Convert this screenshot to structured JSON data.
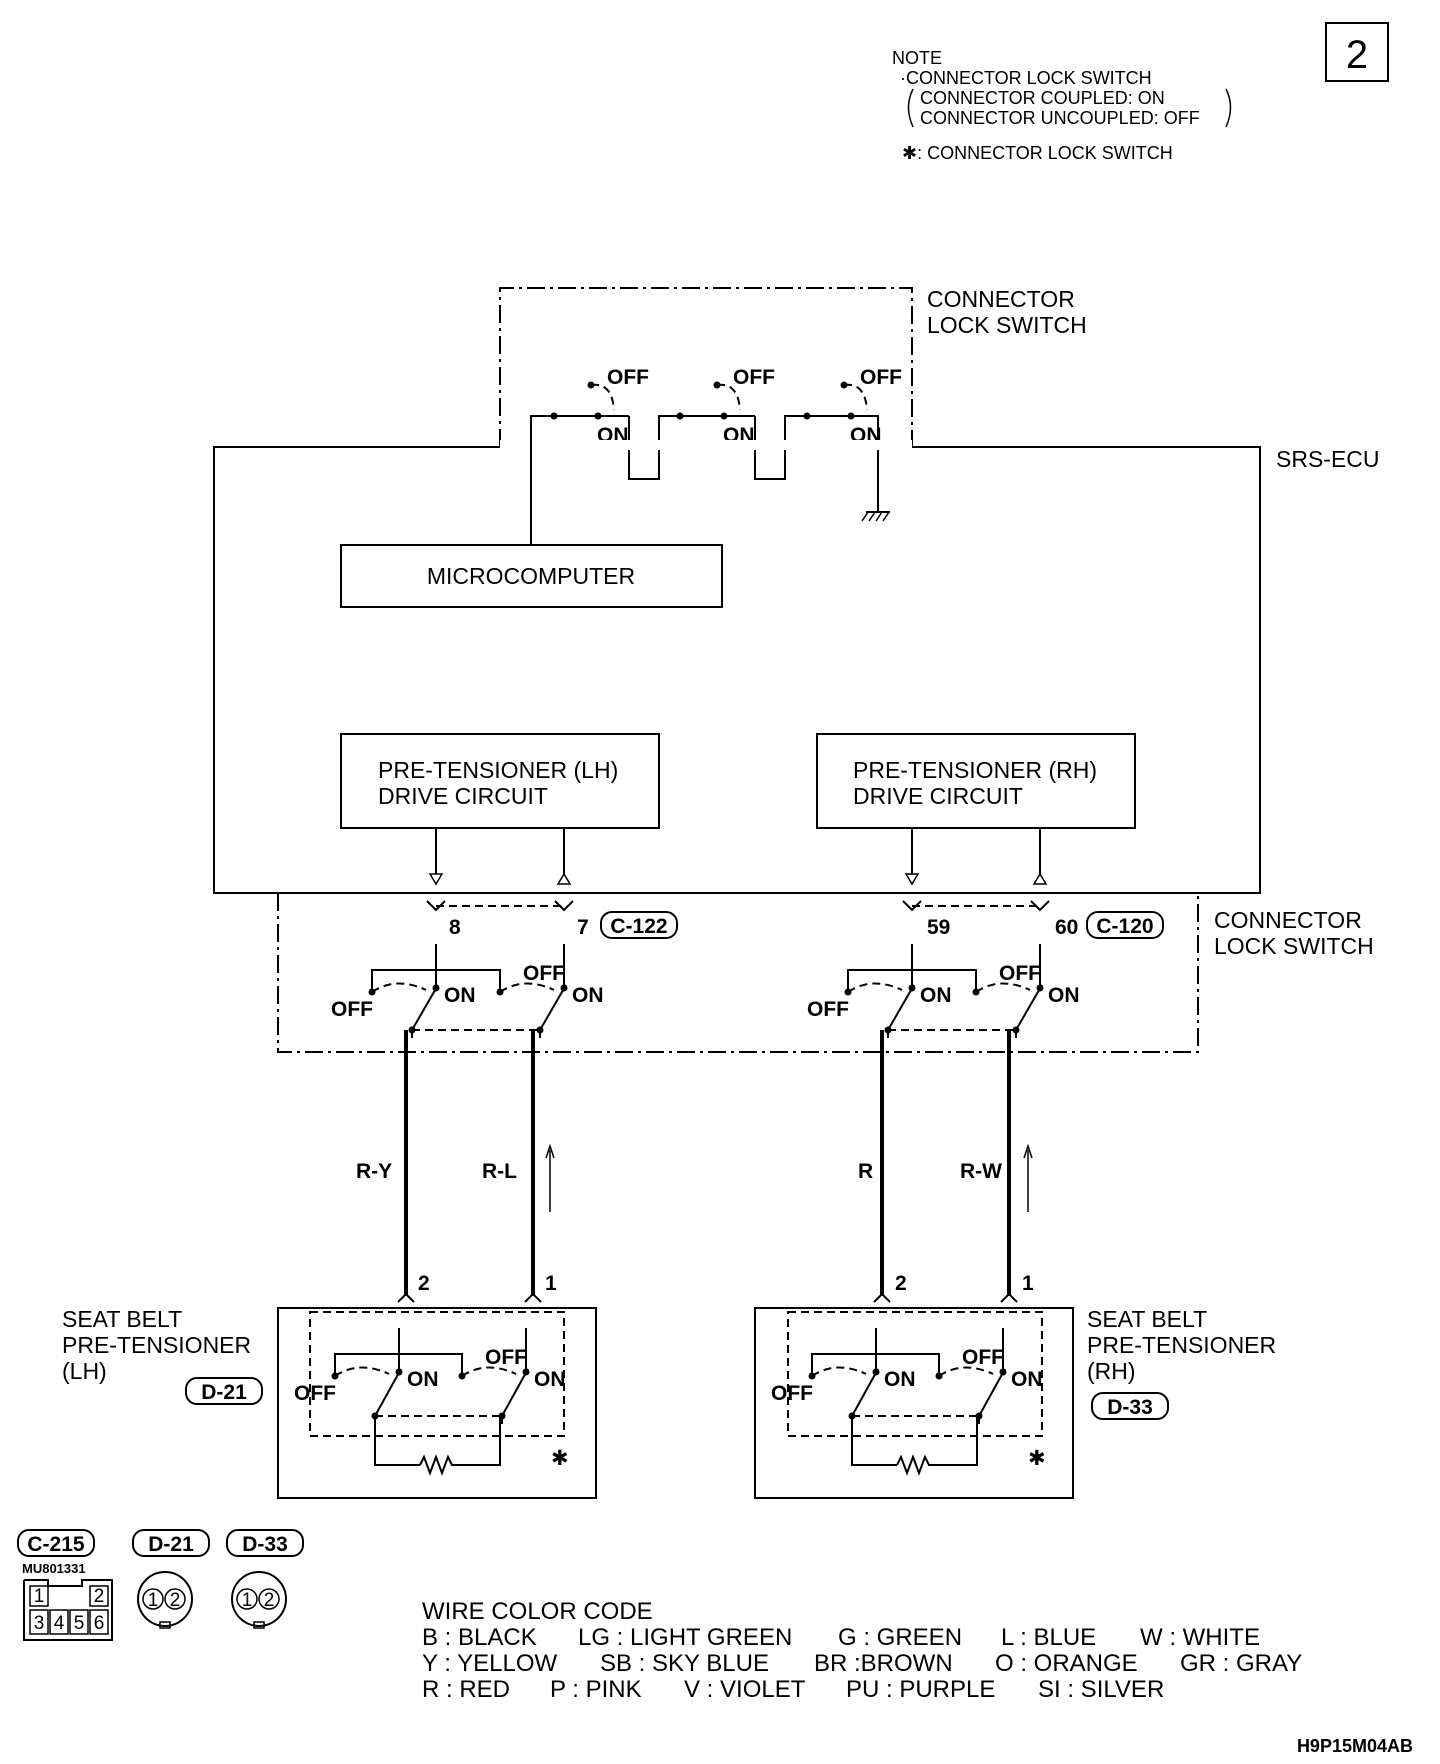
{
  "page_number": "2",
  "note": {
    "title": "NOTE",
    "line1": "·CONNECTOR LOCK SWITCH",
    "line2": "CONNECTOR COUPLED: ON",
    "line3": "CONNECTOR UNCOUPLED: OFF",
    "asterisk_line": "✱: CONNECTOR LOCK SWITCH"
  },
  "ecu": {
    "label": "SRS-ECU",
    "top_switch_label_1": "CONNECTOR",
    "top_switch_label_2": "LOCK SWITCH",
    "microcomputer": "MICROCOMPUTER",
    "lh_circuit_1": "PRE-TENSIONER (LH)",
    "lh_circuit_2": "DRIVE CIRCUIT",
    "rh_circuit_1": "PRE-TENSIONER (RH)",
    "rh_circuit_2": "DRIVE CIRCUIT"
  },
  "switch_states": {
    "off": "OFF",
    "on": "ON"
  },
  "connector_lock": {
    "label_1": "CONNECTOR",
    "label_2": "LOCK SWITCH",
    "lh_pins": [
      "8",
      "7"
    ],
    "lh_connector": "C-122",
    "rh_pins": [
      "59",
      "60"
    ],
    "rh_connector": "C-120"
  },
  "wires": {
    "lh": [
      "R-Y",
      "R-L"
    ],
    "rh": [
      "R",
      "R-W"
    ]
  },
  "lh_pretensioner": {
    "label_1": "SEAT BELT",
    "label_2": "PRE-TENSIONER",
    "label_3": "(LH)",
    "connector": "D-21",
    "pins": [
      "2",
      "1"
    ],
    "asterisk": "✱"
  },
  "rh_pretensioner": {
    "label_1": "SEAT BELT",
    "label_2": "PRE-TENSIONER",
    "label_3": "(RH)",
    "connector": "D-33",
    "pins": [
      "2",
      "1"
    ],
    "asterisk": "✱"
  },
  "connector_views": {
    "c215": {
      "label": "C-215",
      "part": "MU801331",
      "pins": [
        "1",
        "2",
        "3",
        "4",
        "5",
        "6"
      ]
    },
    "d21": {
      "label": "D-21",
      "pins": [
        "1",
        "2"
      ]
    },
    "d33": {
      "label": "D-33",
      "pins": [
        "1",
        "2"
      ]
    }
  },
  "wire_color_code": {
    "title": "WIRE COLOR CODE",
    "rows": [
      [
        "B : BLACK",
        "LG : LIGHT GREEN",
        "G : GREEN",
        "L : BLUE",
        "W : WHITE"
      ],
      [
        "Y : YELLOW",
        "SB : SKY BLUE",
        "BR :BROWN",
        "O : ORANGE",
        "GR : GRAY"
      ],
      [
        "R : RED",
        "P : PINK",
        "V : VIOLET",
        "PU : PURPLE",
        "SI : SILVER"
      ]
    ]
  },
  "figure_code": "H9P15M04AB"
}
